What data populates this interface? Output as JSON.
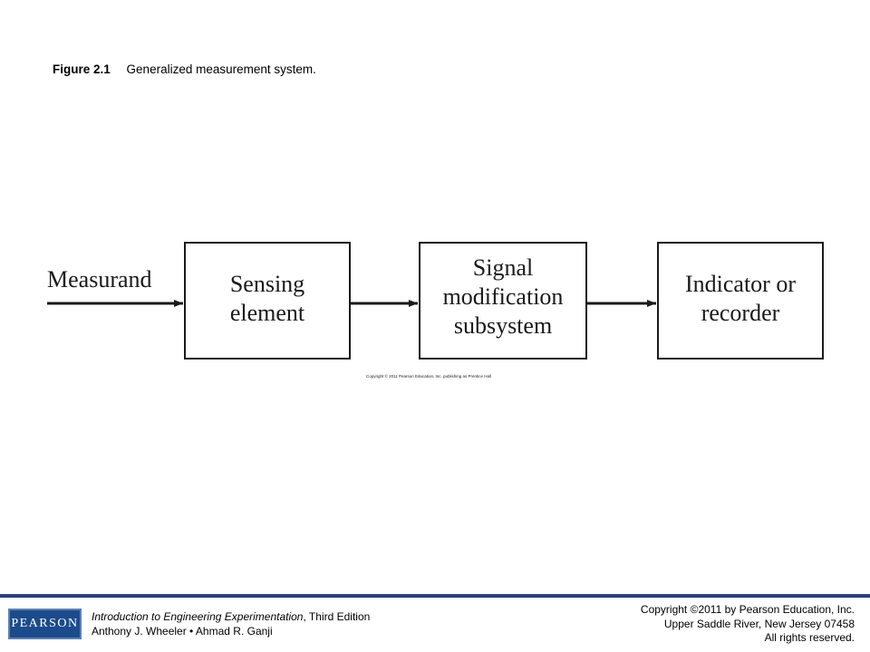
{
  "caption": {
    "figure_number": "Figure 2.1",
    "text": "Generalized measurement system."
  },
  "diagram": {
    "input_label": "Measurand",
    "blocks": [
      {
        "lines": [
          "Sensing",
          "element"
        ]
      },
      {
        "lines": [
          "Signal",
          "modification",
          "subsystem"
        ]
      },
      {
        "lines": [
          "Indicator or",
          "recorder"
        ]
      }
    ],
    "copyright_note": "Copyright © 2011 Pearson Education, Inc. publishing as Prentice Hall",
    "line_color": "#1a1a1a"
  },
  "footer": {
    "logo_text": "PEARSON",
    "book_title": "Introduction to Engineering Experimentation",
    "edition": ", Third Edition",
    "authors": "Anthony J. Wheeler • Ahmad R. Ganji",
    "copyright_line1": "Copyright ©2011 by Pearson Education, Inc.",
    "copyright_line2": "Upper Saddle River, New Jersey 07458",
    "copyright_line3": "All rights reserved.",
    "rule_color": "#2c3e80",
    "logo_color": "#1c4b8c"
  }
}
